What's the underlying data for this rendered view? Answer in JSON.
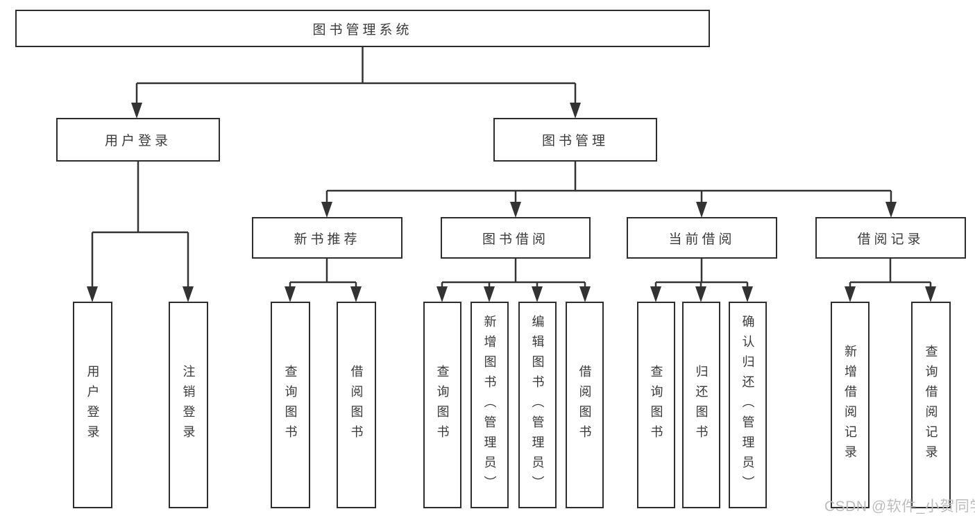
{
  "nodes": {
    "root": {
      "label": "图书管理系统"
    },
    "user_login": {
      "label": "用户登录"
    },
    "book_mgmt": {
      "label": "图书管理"
    },
    "new_rec": {
      "label": "新书推荐"
    },
    "borrow": {
      "label": "图书借阅"
    },
    "current": {
      "label": "当前借阅"
    },
    "record": {
      "label": "借阅记录"
    },
    "ul_login": {
      "label": "用户登录"
    },
    "ul_logout": {
      "label": "注销登录"
    },
    "nr_query": {
      "label": "查询图书"
    },
    "nr_borrow": {
      "label": "借阅图书"
    },
    "bw_query": {
      "label": "查询图书"
    },
    "bw_add": {
      "label": "新增图书（管理员）"
    },
    "bw_edit": {
      "label": "编辑图书（管理员）"
    },
    "bw_borrow": {
      "label": "借阅图书"
    },
    "cb_query": {
      "label": "查询图书"
    },
    "cb_return": {
      "label": "归还图书"
    },
    "cb_confirm": {
      "label": "确认归还（管理员）"
    },
    "rc_add": {
      "label": "新增借阅记录"
    },
    "rc_query": {
      "label": "查询借阅记录"
    }
  },
  "edges": [
    {
      "from": "root",
      "to": "user_login"
    },
    {
      "from": "root",
      "to": "book_mgmt"
    },
    {
      "from": "user_login",
      "to": "ul_login"
    },
    {
      "from": "user_login",
      "to": "ul_logout"
    },
    {
      "from": "book_mgmt",
      "to": "new_rec"
    },
    {
      "from": "book_mgmt",
      "to": "borrow"
    },
    {
      "from": "book_mgmt",
      "to": "current"
    },
    {
      "from": "book_mgmt",
      "to": "record"
    },
    {
      "from": "new_rec",
      "to": "nr_query"
    },
    {
      "from": "new_rec",
      "to": "nr_borrow"
    },
    {
      "from": "borrow",
      "to": "bw_query"
    },
    {
      "from": "borrow",
      "to": "bw_add"
    },
    {
      "from": "borrow",
      "to": "bw_edit"
    },
    {
      "from": "borrow",
      "to": "bw_borrow"
    },
    {
      "from": "current",
      "to": "cb_query"
    },
    {
      "from": "current",
      "to": "cb_return"
    },
    {
      "from": "current",
      "to": "cb_confirm"
    },
    {
      "from": "record",
      "to": "rc_add"
    },
    {
      "from": "record",
      "to": "rc_query"
    }
  ],
  "watermark": "CSDN @软件_小贺同学",
  "colors": {
    "line": "#333333",
    "box_border": "#2d2d2d",
    "text": "#3a3a3a",
    "watermark": "#bcbcbc",
    "background": "#ffffff"
  }
}
